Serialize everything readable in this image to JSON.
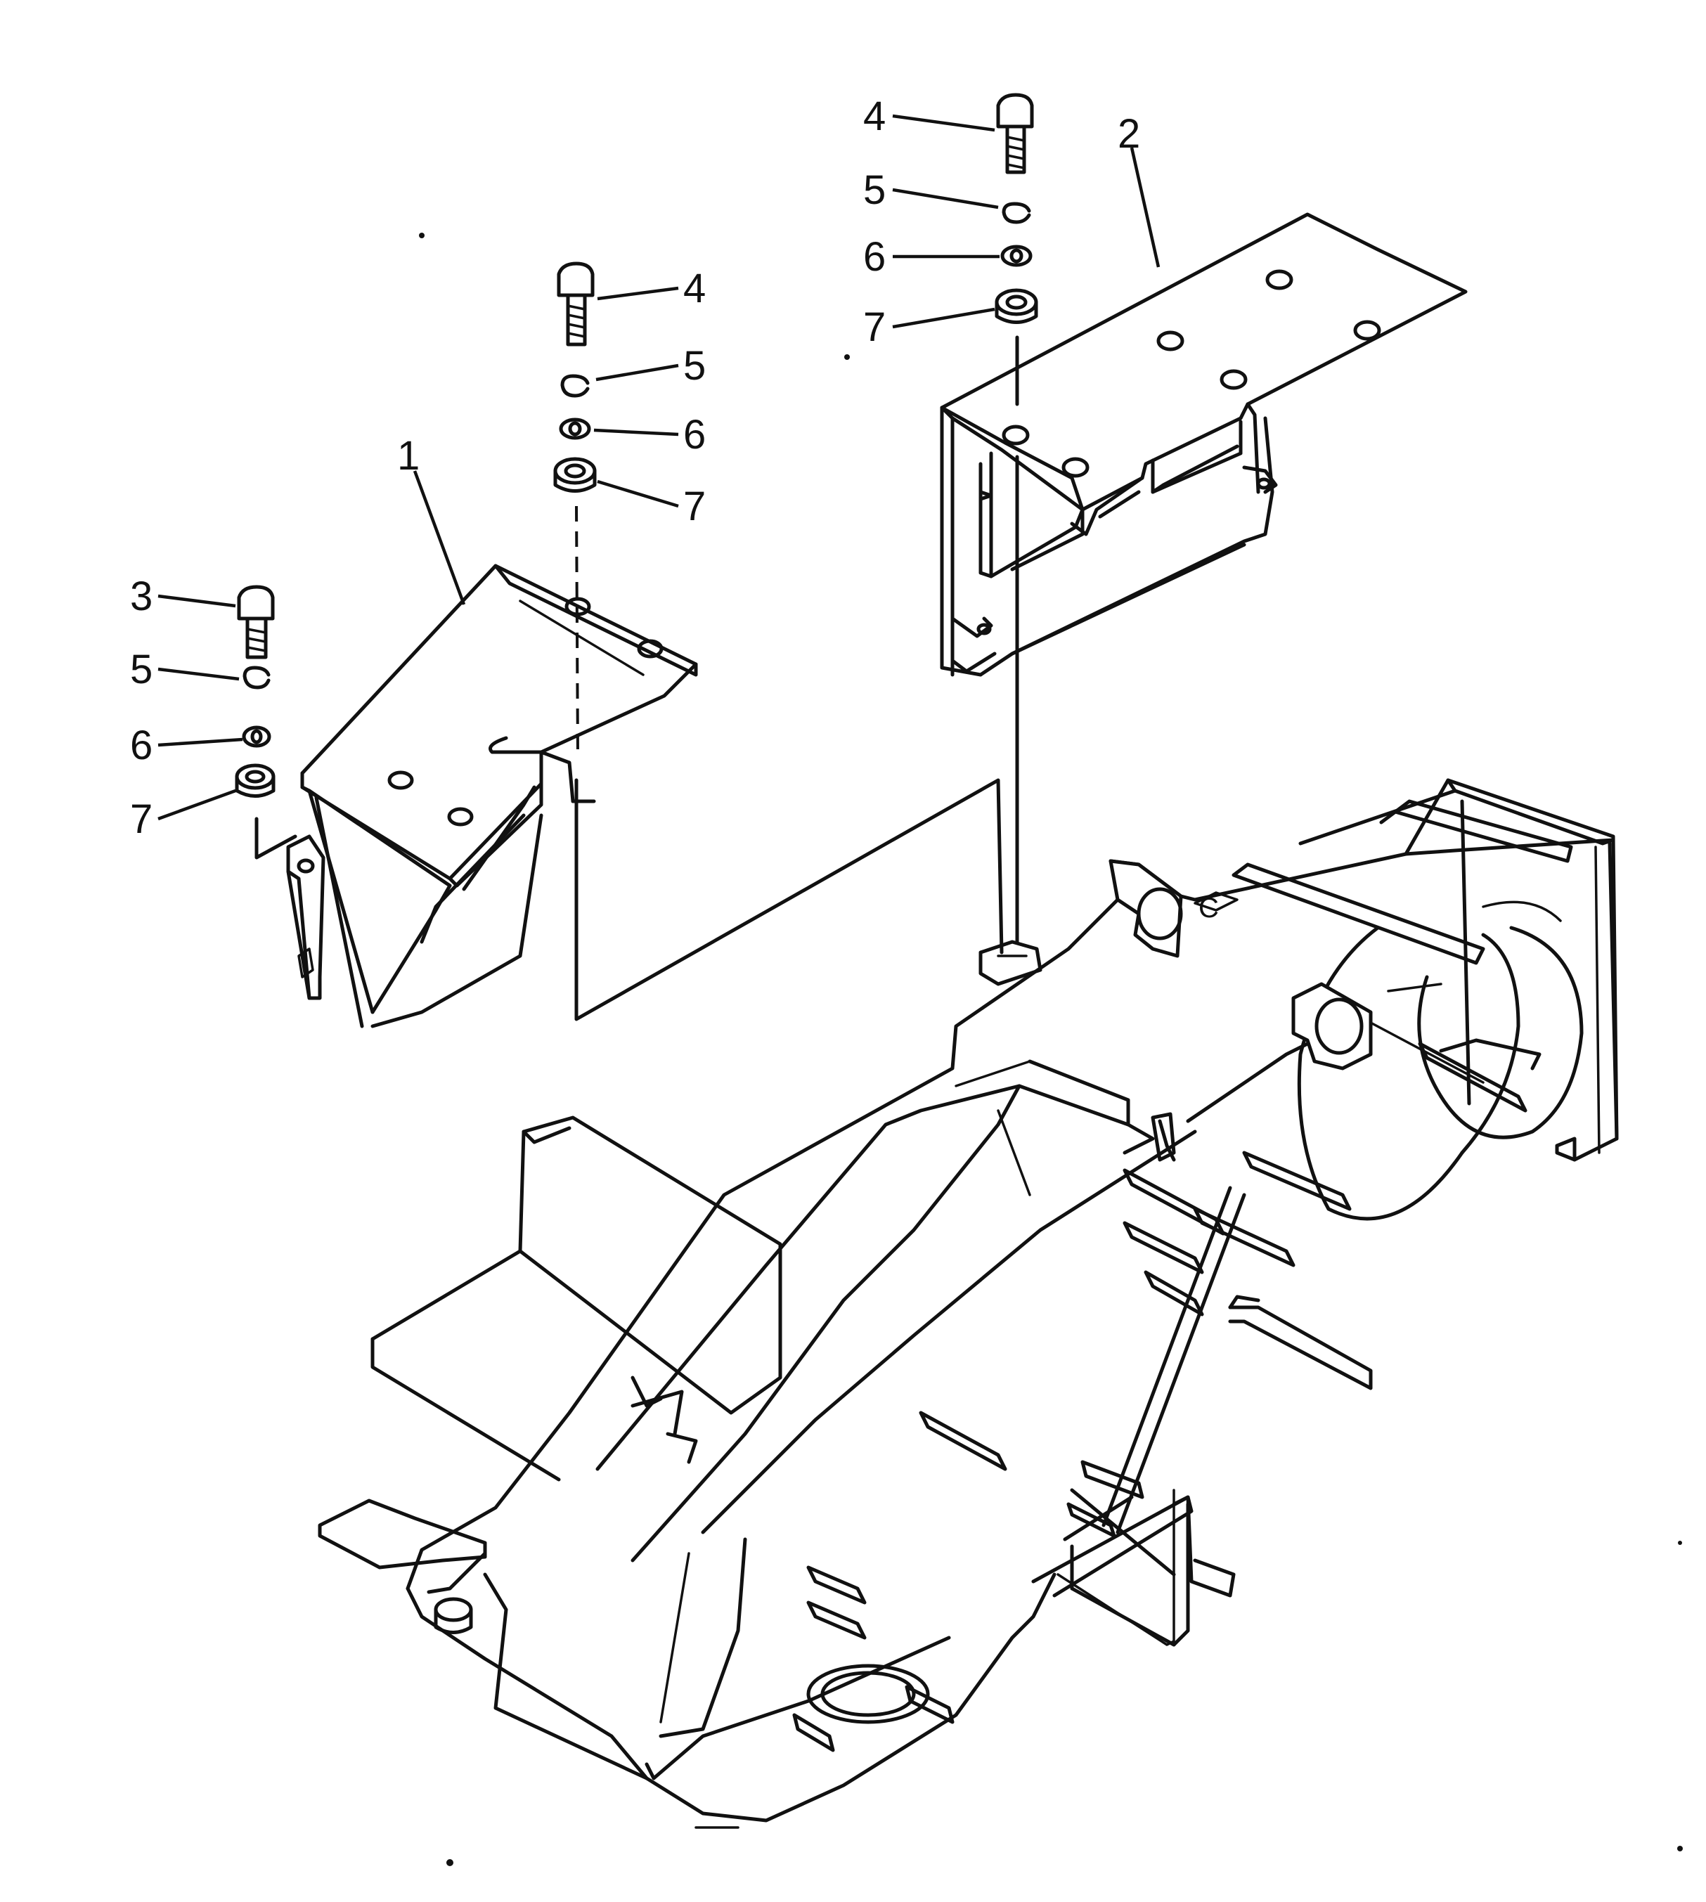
{
  "callouts": {
    "cover_left": "1",
    "cover_right": "2",
    "bolt_left_outer": "3",
    "bolt_left": "4",
    "bolt_right": "4",
    "washer_left_outer": "5",
    "washer_left": "5",
    "washer_right": "5",
    "ring_left_outer": "6",
    "ring_left": "6",
    "ring_right": "6",
    "cushion_left_outer": "7",
    "cushion_left": "7",
    "cushion_right": "7"
  },
  "ink_color": "#111111",
  "background_color": "#ffffff"
}
